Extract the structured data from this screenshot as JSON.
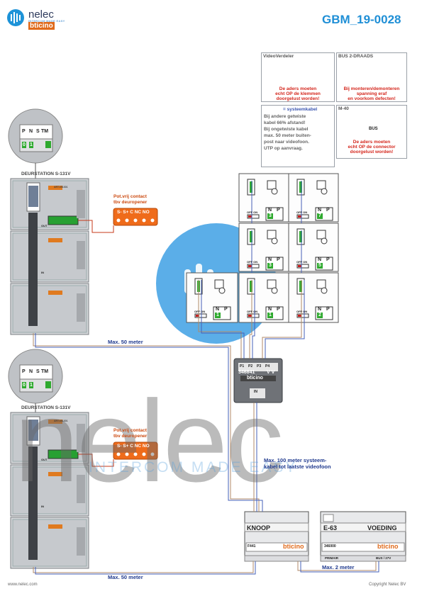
{
  "header": {
    "doc_id": "GBM_19-0028",
    "brand_name": "nelec",
    "brand_tagline": "INTERCOM MADE EASY",
    "brand_partner": "bticino"
  },
  "info_boxes": {
    "video_verdeler": {
      "title": "VideoVerdeler",
      "line1": "De aders moeten",
      "line2": "echt OP de klemmen",
      "line3": "doorgelust worden!"
    },
    "bus_2draads": {
      "title": "BUS 2-DRAADS",
      "line1": "Bij monteren/demonteren",
      "line2": "spanning eraf",
      "line3": "en voorkom defecten!"
    },
    "systeemkabel": {
      "title": "= systeemkabel",
      "line1": "Bij andere getwiste",
      "line2": "kabel 66% afstand!",
      "line3": "Bij ongetwiste kabel",
      "line4": "max. 50 meter buiten-",
      "line5": "post naar videofoon.",
      "line6": "UTP op aanvraag."
    },
    "m40": {
      "title": "M-40",
      "bus_label": "BUS",
      "line1": "De aders moeten",
      "line2": "echt OP de connector",
      "line3": "doorgelust worden!"
    }
  },
  "stations": [
    {
      "title": "DEURSTATION S-131V",
      "contact_line1": "Pot.vrij contact",
      "contact_line2": "tbv deuropener",
      "terminals": "S-  S+ C  NC NO",
      "dip_labels": [
        "P",
        "N",
        "S",
        "TM"
      ],
      "dip_values": [
        "0",
        "1"
      ],
      "art": "ART.351301",
      "out": "OUT",
      "in": "IN"
    },
    {
      "title": "DEURSTATION S-131V",
      "contact_line1": "Pot.vrij contact",
      "contact_line2": "tbv deuropener",
      "terminals": "S-  S+ C  NC NO",
      "dip_labels": [
        "P",
        "N",
        "S",
        "TM"
      ],
      "dip_values": [
        "0",
        "1"
      ],
      "art": "ART.351301",
      "out": "OUT",
      "in": "IN"
    }
  ],
  "monitors": [
    {
      "n": "3",
      "off_on": "OFF ON"
    },
    {
      "n": "7",
      "off_on": "OFF ON"
    },
    {
      "n": "3",
      "off_on": "OFF ON"
    },
    {
      "n": "5",
      "off_on": "OFF ON"
    },
    {
      "n": "1",
      "off_on": "OFF ON"
    },
    {
      "n": "1",
      "off_on": "OFF ON"
    },
    {
      "n": "2",
      "off_on": "OFF ON"
    }
  ],
  "monitor_labels": {
    "n": "N",
    "p": "P"
  },
  "distributor": {
    "code": "346841",
    "ports": [
      "P1",
      "P2",
      "P3",
      "P4"
    ],
    "vv": "V V",
    "in": "IN"
  },
  "knoop": {
    "title": "KNOOP",
    "code": "F441",
    "brand": "bticino"
  },
  "power": {
    "title": "E-63",
    "label": "VOEDING",
    "code": "346000",
    "brand": "bticino",
    "primair": "PRIMAIR",
    "bus": "BUS / 27V"
  },
  "distances": {
    "upper": "Max. 50 meter",
    "lower": "Max. 50 meter",
    "system_line1": "Max. 100 meter systeem-",
    "system_line2": "kabel tot laatste videofoon",
    "power": "Max. 2 meter"
  },
  "watermark": {
    "text": "nelec",
    "tagline": "INTERCOM MADE EASY"
  },
  "footer": {
    "left": "www.nelec.com",
    "right": "Copyright Nelec BV"
  }
}
